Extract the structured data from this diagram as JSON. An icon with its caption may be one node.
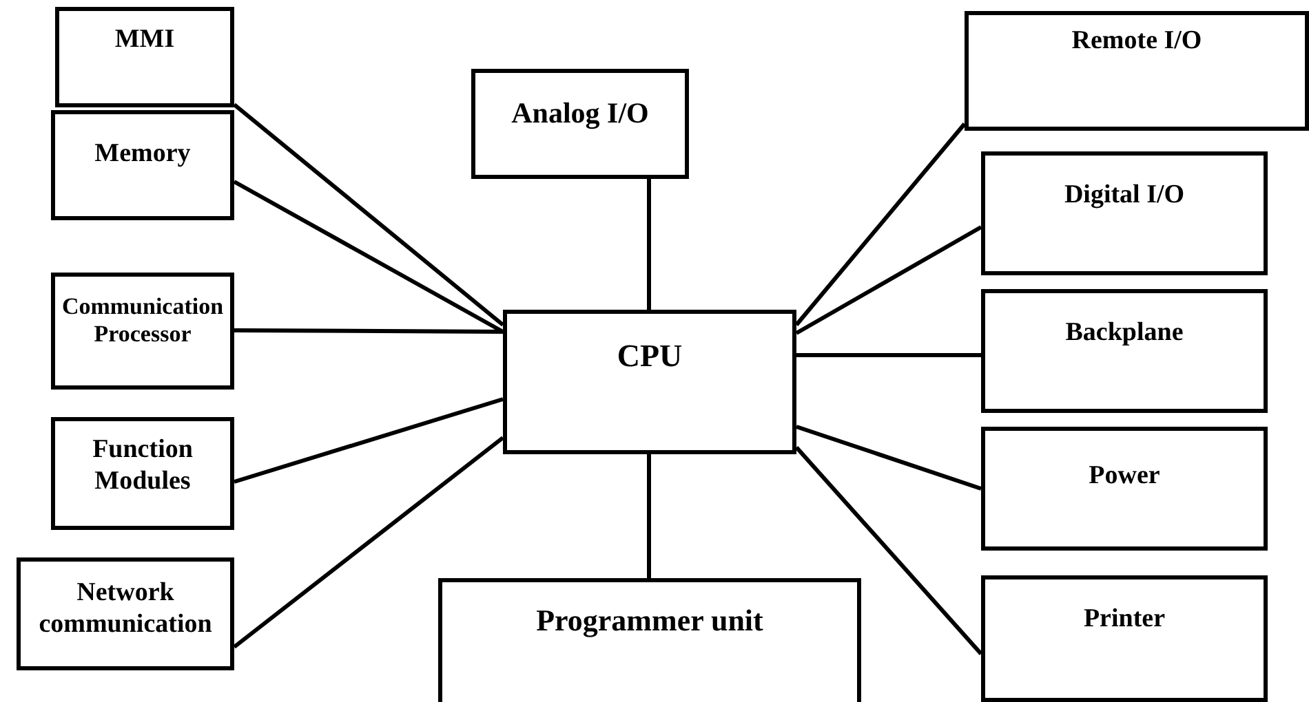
{
  "diagram": {
    "nodes": [
      {
        "text": [
          "MMI"
        ]
      },
      {
        "text": [
          "Memory"
        ]
      },
      {
        "text": [
          "Communication Processor"
        ]
      },
      {
        "text": [
          "Function Modules"
        ]
      },
      {
        "text": [
          "Network communication"
        ]
      },
      {
        "text": [
          "Analog I/O"
        ]
      },
      {
        "text": [
          "CPU"
        ]
      },
      {
        "text": [
          "Programmer unit"
        ]
      },
      {
        "text": [
          "Remote I/O"
        ]
      },
      {
        "text": [
          "Digital I/O"
        ]
      },
      {
        "text": [
          "Backplane"
        ]
      },
      {
        "text": [
          "Power"
        ]
      },
      {
        "text": [
          "Printer"
        ]
      }
    ],
    "edges": [
      {
        "from": 6,
        "to": 0,
        "arrow": "none"
      },
      {
        "from": 6,
        "to": 1,
        "arrow": "none"
      },
      {
        "from": 6,
        "to": 2,
        "arrow": "none"
      },
      {
        "from": 6,
        "to": 3,
        "arrow": "none"
      },
      {
        "from": 6,
        "to": 4,
        "arrow": "none"
      },
      {
        "from": 6,
        "to": 5,
        "arrow": "none"
      },
      {
        "from": 6,
        "to": 7,
        "arrow": "none"
      },
      {
        "from": 6,
        "to": 8,
        "arrow": "none"
      },
      {
        "from": 6,
        "to": 9,
        "arrow": "none"
      },
      {
        "from": 6,
        "to": 10,
        "arrow": "none"
      },
      {
        "from": 6,
        "to": 11,
        "arrow": "none"
      },
      {
        "from": 6,
        "to": 12,
        "arrow": "none"
      }
    ]
  }
}
